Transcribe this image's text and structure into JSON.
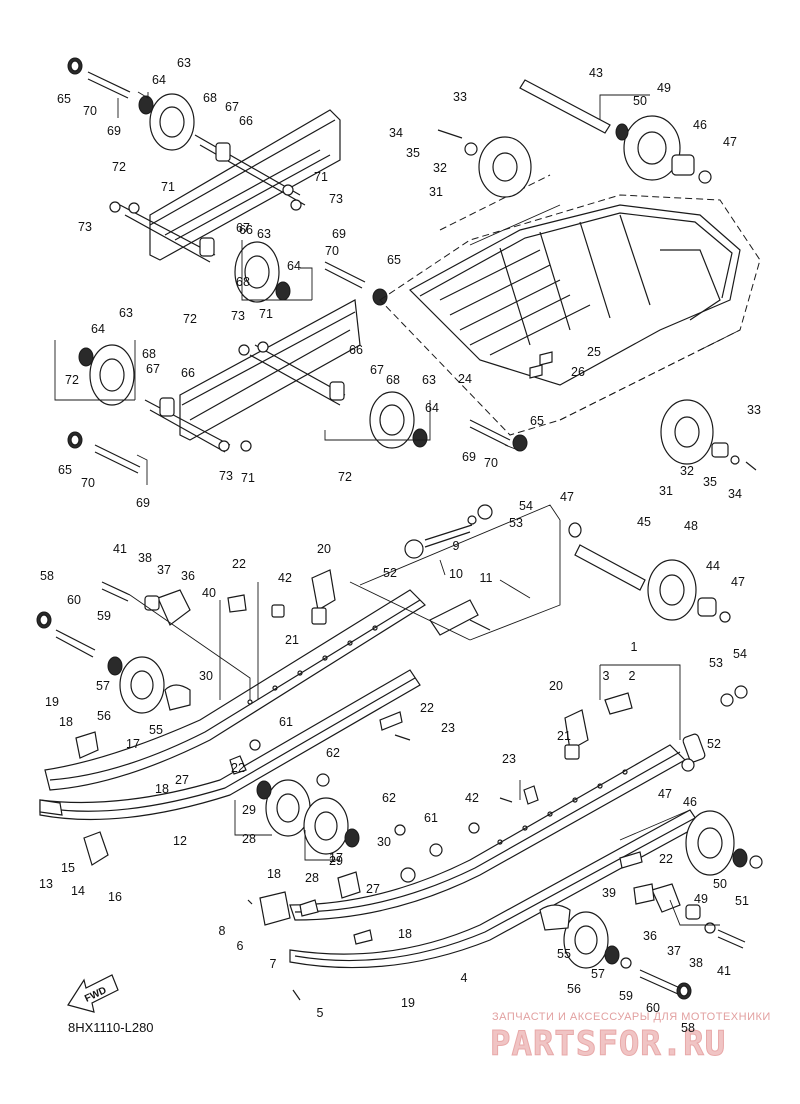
{
  "diagram": {
    "code": "8HX1110-L280",
    "fwd_label": "FWD",
    "watermark_line1": "ЗАПЧАСТИ И АКСЕССУАРЫ ДЛЯ МОТОТЕХНИКИ",
    "watermark_line2": "PARTSFOR.RU"
  },
  "callouts": [
    {
      "n": "1"
    },
    {
      "n": "2"
    },
    {
      "n": "3"
    },
    {
      "n": "4"
    },
    {
      "n": "5"
    },
    {
      "n": "6"
    },
    {
      "n": "7"
    },
    {
      "n": "8"
    },
    {
      "n": "9"
    },
    {
      "n": "10"
    },
    {
      "n": "11"
    },
    {
      "n": "12"
    },
    {
      "n": "13"
    },
    {
      "n": "14"
    },
    {
      "n": "15"
    },
    {
      "n": "16"
    },
    {
      "n": "17"
    },
    {
      "n": "17"
    },
    {
      "n": "18"
    },
    {
      "n": "18"
    },
    {
      "n": "18"
    },
    {
      "n": "18"
    },
    {
      "n": "19"
    },
    {
      "n": "19"
    },
    {
      "n": "20"
    },
    {
      "n": "20"
    },
    {
      "n": "21"
    },
    {
      "n": "21"
    },
    {
      "n": "22"
    },
    {
      "n": "22"
    },
    {
      "n": "22"
    },
    {
      "n": "22"
    },
    {
      "n": "23"
    },
    {
      "n": "23"
    },
    {
      "n": "24"
    },
    {
      "n": "25"
    },
    {
      "n": "26"
    },
    {
      "n": "27"
    },
    {
      "n": "27"
    },
    {
      "n": "28"
    },
    {
      "n": "28"
    },
    {
      "n": "29"
    },
    {
      "n": "29"
    },
    {
      "n": "30"
    },
    {
      "n": "30"
    },
    {
      "n": "31"
    },
    {
      "n": "31"
    },
    {
      "n": "32"
    },
    {
      "n": "32"
    },
    {
      "n": "33"
    },
    {
      "n": "33"
    },
    {
      "n": "34"
    },
    {
      "n": "34"
    },
    {
      "n": "35"
    },
    {
      "n": "35"
    },
    {
      "n": "36"
    },
    {
      "n": "36"
    },
    {
      "n": "37"
    },
    {
      "n": "37"
    },
    {
      "n": "38"
    },
    {
      "n": "38"
    },
    {
      "n": "39"
    },
    {
      "n": "40"
    },
    {
      "n": "41"
    },
    {
      "n": "41"
    },
    {
      "n": "42"
    },
    {
      "n": "42"
    },
    {
      "n": "43"
    },
    {
      "n": "44"
    },
    {
      "n": "45"
    },
    {
      "n": "46"
    },
    {
      "n": "46"
    },
    {
      "n": "47"
    },
    {
      "n": "47"
    },
    {
      "n": "47"
    },
    {
      "n": "47"
    },
    {
      "n": "48"
    },
    {
      "n": "49"
    },
    {
      "n": "49"
    },
    {
      "n": "50"
    },
    {
      "n": "50"
    },
    {
      "n": "51"
    },
    {
      "n": "52"
    },
    {
      "n": "52"
    },
    {
      "n": "53"
    },
    {
      "n": "53"
    },
    {
      "n": "54"
    },
    {
      "n": "54"
    },
    {
      "n": "55"
    },
    {
      "n": "55"
    },
    {
      "n": "56"
    },
    {
      "n": "56"
    },
    {
      "n": "57"
    },
    {
      "n": "57"
    },
    {
      "n": "58"
    },
    {
      "n": "58"
    },
    {
      "n": "59"
    },
    {
      "n": "59"
    },
    {
      "n": "60"
    },
    {
      "n": "60"
    },
    {
      "n": "61"
    },
    {
      "n": "61"
    },
    {
      "n": "62"
    },
    {
      "n": "62"
    },
    {
      "n": "63"
    },
    {
      "n": "63"
    },
    {
      "n": "63"
    },
    {
      "n": "63"
    },
    {
      "n": "64"
    },
    {
      "n": "64"
    },
    {
      "n": "64"
    },
    {
      "n": "64"
    },
    {
      "n": "65"
    },
    {
      "n": "65"
    },
    {
      "n": "65"
    },
    {
      "n": "65"
    },
    {
      "n": "66"
    },
    {
      "n": "66"
    },
    {
      "n": "66"
    },
    {
      "n": "66"
    },
    {
      "n": "67"
    },
    {
      "n": "67"
    },
    {
      "n": "67"
    },
    {
      "n": "67"
    },
    {
      "n": "68"
    },
    {
      "n": "68"
    },
    {
      "n": "68"
    },
    {
      "n": "68"
    },
    {
      "n": "69"
    },
    {
      "n": "69"
    },
    {
      "n": "69"
    },
    {
      "n": "69"
    },
    {
      "n": "70"
    },
    {
      "n": "70"
    },
    {
      "n": "70"
    },
    {
      "n": "70"
    },
    {
      "n": "71"
    },
    {
      "n": "71"
    },
    {
      "n": "71"
    },
    {
      "n": "71"
    },
    {
      "n": "72"
    },
    {
      "n": "72"
    },
    {
      "n": "72"
    },
    {
      "n": "72"
    },
    {
      "n": "73"
    },
    {
      "n": "73"
    },
    {
      "n": "73"
    },
    {
      "n": "73"
    }
  ],
  "colors": {
    "line": "#1a1a1a",
    "watermark": "#f0c4c4"
  }
}
